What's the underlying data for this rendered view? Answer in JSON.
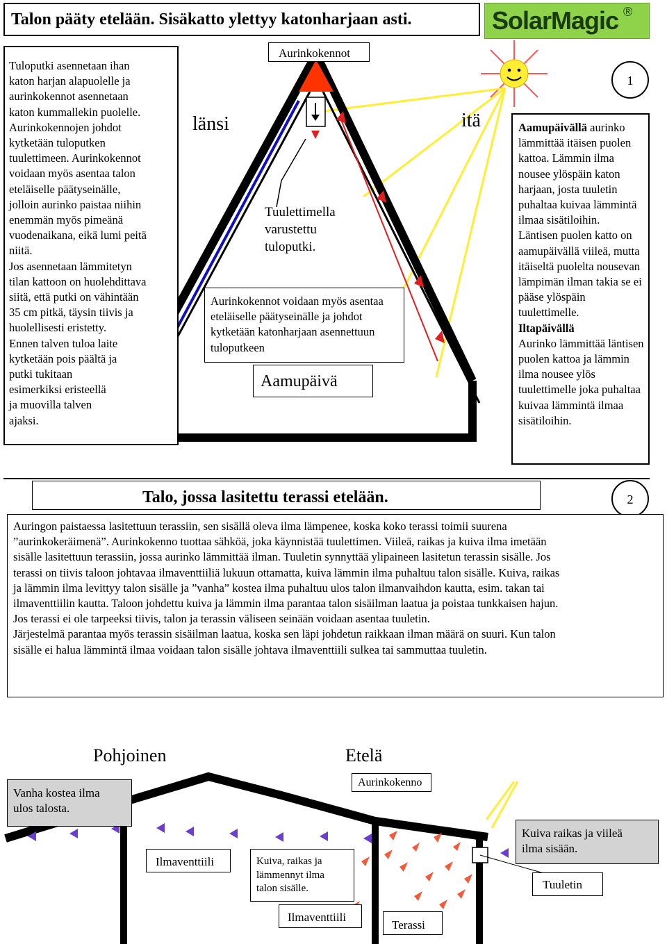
{
  "page1": {
    "title": "Talon pääty etelään. Sisäkatto ylettyy katonharjaan asti.",
    "logo": "SolarMagic",
    "logo_mark": "®",
    "page_number": "1",
    "left_text": "Tuloputki asennetaan ihan\nkaton harjan alapuolelle ja\naurinkokennot asennetaan\nkaton  kummallekin puolelle.\nAurinkokennojen johdot\nkytketään tuloputken\ntuulettimeen. Aurinkokennot\nvoidaan myös asentaa talon\neteläiselle päätyseinälle,\njolloin aurinko paistaa niihin\nenemmän myös pimeänä\nvuodenaikana, eikä lumi peitä\nniitä.\nJos asennetaan lämmitetyn\ntilan kattoon on huolehdittava\nsiitä, että putki on vähintään\n35 cm pitkä, täysin tiivis ja\nhuolellisesti eristetty.\nEnnen talven tuloa laite\nkytketään pois päältä ja\nputki tukitaan\nesimerkiksi eristeellä\nja muovilla talven\najaksi.",
    "label_cells": "Aurinkokennot",
    "label_west": "länsi",
    "label_east": "itä",
    "label_pipe": "Tuulettimella\nvarustettu\ntuloputki.",
    "center_text": "Aurinkokennot voidaan myös asentaa eteläiselle päätyseinälle ja johdot kytketään katonharjaan asennettuun tuloputkeen",
    "morning_label": "Aamupäivä",
    "right_morning_head": "Aamupäivällä",
    "right_morning_text": " aurinko lämmittää itäisen puolen kattoa. Lämmin ilma nousee ylöspäin katon harjaan, josta tuuletin puhaltaa kuivaa lämmintä ilmaa sisätiloihin.\nLäntisen puolen katto on aamupäivällä viileä, mutta itäiseltä puolelta nousevan lämpimän ilman takia se ei pääse ylöspäin tuulettimelle.",
    "right_afternoon_head": "Iltapäivällä",
    "right_afternoon_text": "Aurinko lämmittää läntisen puolen kattoa ja lämmin ilma nousee ylös tuulettimelle joka puhaltaa kuivaa lämmintä ilmaa sisätiloihin."
  },
  "page2": {
    "title": "Talo, jossa lasitettu terassi etelään.",
    "page_number": "2",
    "body": "Auringon paistaessa lasitettuun terassiin, sen sisällä oleva ilma lämpenee, koska koko terassi toimii suurena\n”aurinkokeräimenä”. Aurinkokenno tuottaa sähköä, joka käynnistää tuulettimen. Viileä, raikas ja kuiva ilma imetään\nsisälle lasitettuun terassiin, jossa aurinko lämmittää ilman. Tuuletin synnyttää ylipaineen lasitetun terassin sisälle. Jos\nterassi on tiivis taloon johtavaa ilmaventtiiliä lukuun ottamatta, kuiva lämmin ilma puhaltuu talon sisälle. Kuiva, raikas\nja lämmin ilma levittyy talon sisälle ja ”vanha” kostea ilma puhaltuu ulos talon ilmanvaihdon kautta, esim. takan tai\nilmaventtiilin kautta. Taloon johdettu kuiva ja lämmin ilma parantaa talon sisäilman laatua ja poistaa tunkkaisen hajun.\nJos terassi ei ole tarpeeksi tiivis, talon ja terassin väliseen seinään voidaan asentaa tuuletin.\nJärjestelmä parantaa myös terassin sisäilman laatua, koska sen läpi johdetun raikkaan ilman määrä on suuri. Kun talon\nsisälle ei halua lämmintä ilmaa voidaan talon sisälle johtava ilmaventtiili sulkea tai sammuttaa tuuletin.",
    "north": "Pohjoinen",
    "south": "Etelä",
    "old_air": "Vanha kostea ilma\nulos talosta.",
    "solar_cell": "Aurinkokenno",
    "fresh_air": "Kuiva raikas ja viileä\nilma sisään.",
    "vent1": "Ilmaventtiili",
    "warm_air": "Kuiva, raikas ja\nlämmennyt ilma\ntalon sisälle.",
    "vent2": "Ilmaventtiili",
    "fan": "Tuuletin",
    "terrace": "Terassi"
  },
  "colors": {
    "logo_bg": "#8fd34a",
    "logo_text": "#1a3a0f",
    "sun": "#ffee33",
    "sun_rays": "#ff5555",
    "red_arrow": "#e02020",
    "blue_line": "#1010c0",
    "purple_arrow": "#6a3fd0",
    "grey_box": "#d3d3d3",
    "warm_arrow": "#f25a3a"
  }
}
